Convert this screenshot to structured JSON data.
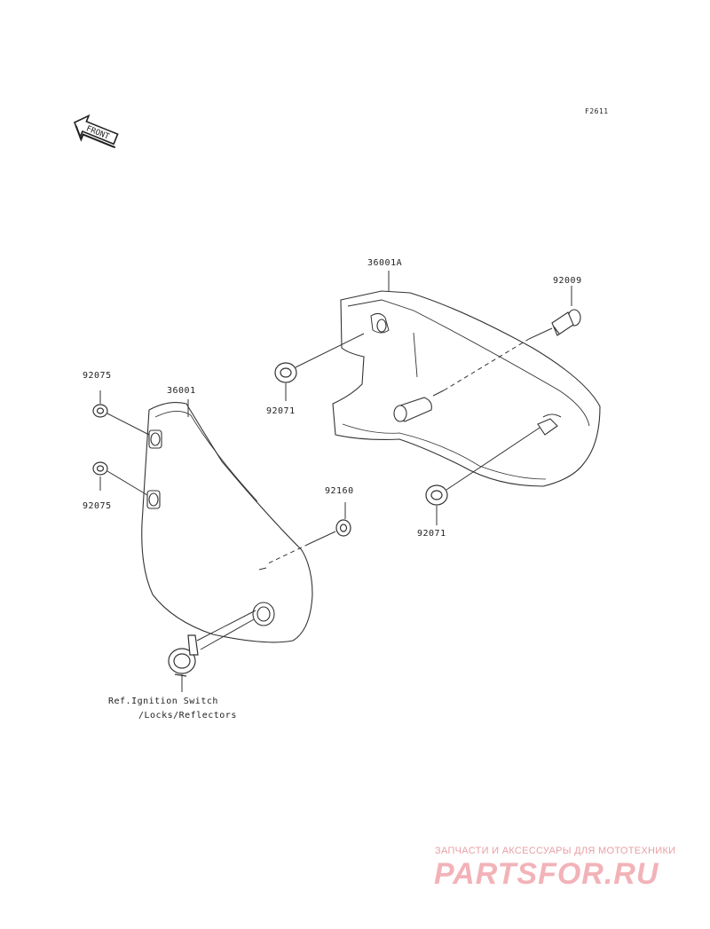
{
  "figure_code": "F2611",
  "front_arrow_label": "FRONT",
  "parts": {
    "cover_right": "36001A",
    "cover_left": "36001",
    "bolt": "92009",
    "grommet_upper": "92071",
    "grommet_lower": "92071",
    "damper_top": "92075",
    "damper_bottom": "92075",
    "grommet_small": "92160"
  },
  "reference_note": {
    "line1": "Ref.Ignition Switch",
    "line2": "/Locks/Reflectors"
  },
  "watermark": {
    "tagline": "ЗАПЧАСТИ И АКСЕССУАРЫ ДЛЯ МОТОТЕХНИКИ",
    "brand": "PARTSFOR.RU"
  }
}
